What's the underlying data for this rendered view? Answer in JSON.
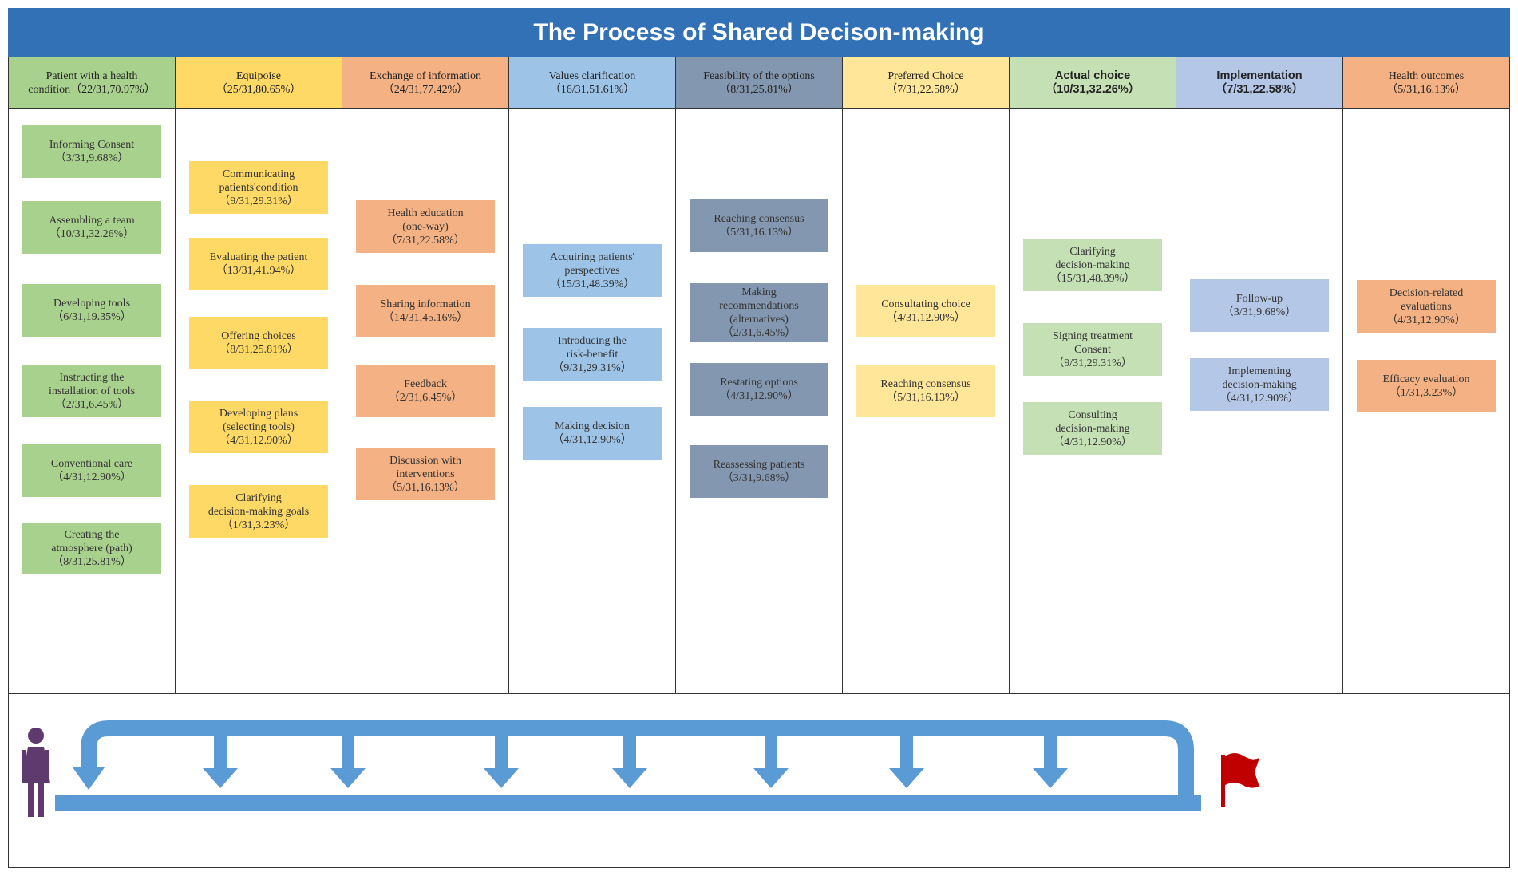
{
  "title": "The Process of Shared Decison-making",
  "colors": {
    "title_bar": "#3271b5",
    "arrow": "#5b9bd5",
    "person": "#5e3a6e",
    "flag": "#c00000"
  },
  "columns": [
    {
      "header": "Patient with a health\ncondition（22/31,70.97%）",
      "header_bold": false,
      "header_color": "#a9d18e",
      "box_color": "#a9d18e",
      "items": [
        "Informing Consent\n（3/31,9.68%）",
        "Assembling a team\n（10/31,32.26%）",
        "Developing tools\n（6/31,19.35%）",
        "Instructing the\ninstallation of tools\n（2/31,6.45%）",
        "Conventional care\n（4/31,12.90%）",
        "Creating the\natmosphere (path)\n（8/31,25.81%）"
      ]
    },
    {
      "header": "Equipoise\n（25/31,80.65%）",
      "header_bold": false,
      "header_color": "#ffd966",
      "box_color": "#ffd966",
      "items": [
        "Communicating\npatients'condition\n（9/31,29.31%）",
        "Evaluating the patient\n（13/31,41.94%）",
        "Offering choices\n（8/31,25.81%）",
        "Developing plans\n(selecting tools)\n（4/31,12.90%）",
        "Clarifying\ndecision-making goals\n（1/31,3.23%）"
      ]
    },
    {
      "header": "Exchange of information\n（24/31,77.42%）",
      "header_bold": false,
      "header_color": "#f4b183",
      "box_color": "#f4b183",
      "items": [
        "Health education\n(one-way)\n（7/31,22.58%）",
        "Sharing information\n（14/31,45.16%）",
        "Feedback\n（2/31,6.45%）",
        "Discussion with\ninterventions\n（5/31,16.13%）"
      ]
    },
    {
      "header": "Values clarification\n（16/31,51.61%）",
      "header_bold": false,
      "header_color": "#9dc3e6",
      "box_color": "#9dc3e6",
      "items": [
        "Acquiring patients'\nperspectives\n（15/31,48.39%）",
        "Introducing the\nrisk-benefit\n（9/31,29.31%）",
        "Making decision\n（4/31,12.90%）"
      ]
    },
    {
      "header": "Feasibility of the options\n（8/31,25.81%）",
      "header_bold": false,
      "header_color": "#8497b0",
      "box_color": "#8497b0",
      "items": [
        "Reaching consensus\n（5/31,16.13%）",
        "Making\nrecommendations\n(alternatives)\n（2/31,6.45%）",
        "Restating options\n（4/31,12.90%）",
        "Reassessing patients\n（3/31,9.68%）"
      ]
    },
    {
      "header": "Preferred Choice\n（7/31,22.58%）",
      "header_bold": false,
      "header_color": "#ffe699",
      "box_color": "#ffe699",
      "items": [
        "Consultating choice\n（4/31,12.90%）",
        "Reaching consensus\n（5/31,16.13%）"
      ]
    },
    {
      "header": "Actual choice\n（10/31,32.26%）",
      "header_bold": true,
      "header_color": "#c5e0b4",
      "box_color": "#c5e0b4",
      "items": [
        "Clarifying\ndecision-making\n（15/31,48.39%）",
        "Signing treatment\nConsent\n（9/31,29.31%）",
        "Consulting\ndecision-making\n（4/31,12.90%）"
      ]
    },
    {
      "header": "Implementation\n（7/31,22.58%）",
      "header_bold": true,
      "header_color": "#b4c7e7",
      "box_color": "#b4c7e7",
      "items": [
        "Follow-up\n（3/31,9.68%）",
        "Implementing\ndecision-making\n（4/31,12.90%）"
      ]
    },
    {
      "header": "Health outcomes\n（5/31,16.13%）",
      "header_bold": false,
      "header_color": "#f4b183",
      "box_color": "#f4b183",
      "items": [
        "Decision-related\nevaluations\n（4/31,12.90%）",
        "Efficacy evaluation\n（1/31,3.23%）"
      ]
    }
  ]
}
